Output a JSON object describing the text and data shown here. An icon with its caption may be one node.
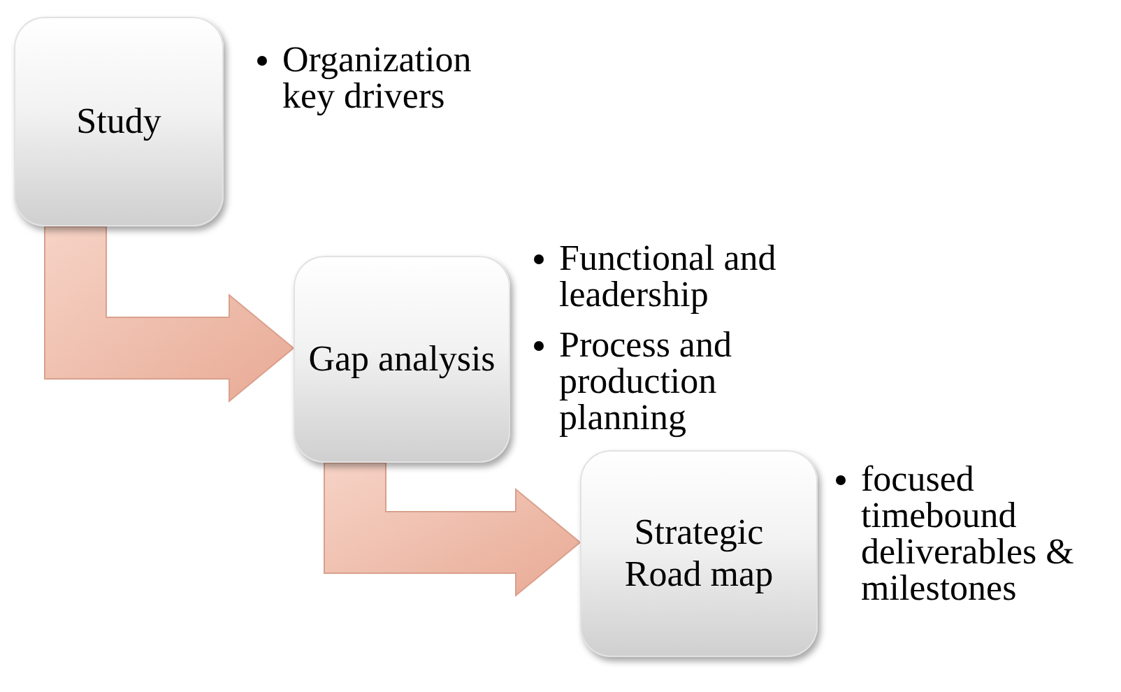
{
  "diagram": {
    "nodes": [
      {
        "text": [
          "Study"
        ],
        "beside": [
          "Organization key drivers"
        ]
      },
      {
        "text": [
          "Gap analysis"
        ],
        "beside": [
          "Functional and leadership",
          "Process and production planning"
        ]
      },
      {
        "text": [
          "Strategic Road map"
        ],
        "beside": [
          "focused timebound deliverables & milestones"
        ]
      }
    ],
    "edges": [
      {
        "from": 0,
        "to": 1,
        "arrow": "to"
      },
      {
        "from": 1,
        "to": 2,
        "arrow": "to"
      }
    ]
  }
}
